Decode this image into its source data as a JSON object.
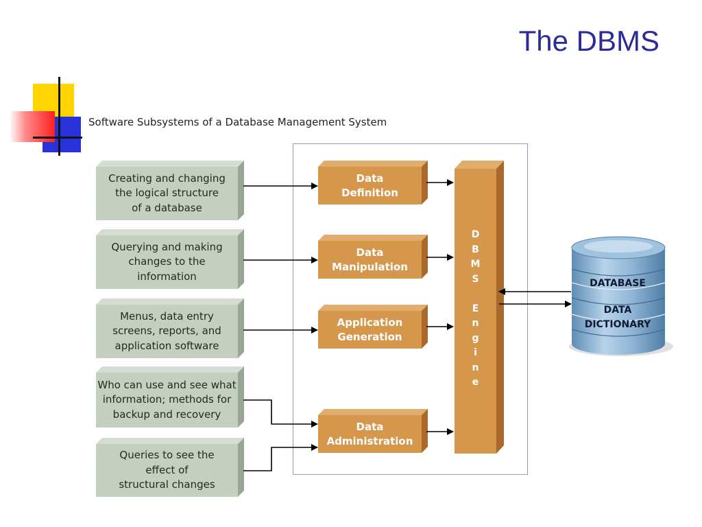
{
  "title": "The DBMS",
  "subtitle": "Software Subsystems of a Database Management System",
  "inputs": [
    {
      "text": "Creating and changing\nthe logical structure\nof a database"
    },
    {
      "text": "Querying and making\nchanges to the\ninformation"
    },
    {
      "text": "Menus, data entry\nscreens, reports, and\napplication software"
    },
    {
      "text": "Who can use and see what\ninformation; methods for\nbackup and recovery"
    },
    {
      "text": "Queries to see the\neffect of\nstructural changes"
    }
  ],
  "subsystems": [
    {
      "label": "Data\nDefinition"
    },
    {
      "label": "Data\nManipulation"
    },
    {
      "label": "Application\nGeneration"
    },
    {
      "label": "Data\nAdministration"
    }
  ],
  "engine": {
    "label": "D\nB\nM\nS\n\nE\nn\ng\ni\nn\ne"
  },
  "database": {
    "label": "DATABASE",
    "dictionary_label": "DATA\nDICTIONARY"
  },
  "colors": {
    "title": "#2b2b9a",
    "input_box": "#c4cfc0",
    "subsystem_box": "#d4974b",
    "database": "#7fa7c6"
  }
}
